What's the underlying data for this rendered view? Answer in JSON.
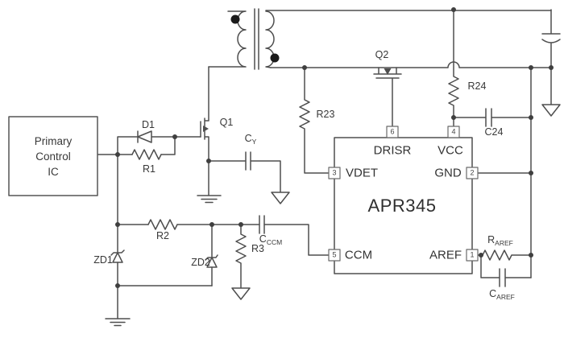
{
  "schematic": {
    "primary_block": {
      "lines": [
        "Primary",
        "Control",
        "IC"
      ]
    },
    "ic": {
      "part": "APR345",
      "pins": {
        "drisr": {
          "num": "6",
          "name": "DRISR"
        },
        "vcc": {
          "num": "4",
          "name": "VCC"
        },
        "vdet": {
          "num": "3",
          "name": "VDET"
        },
        "gnd": {
          "num": "2",
          "name": "GND"
        },
        "ccm": {
          "num": "5",
          "name": "CCM"
        },
        "aref": {
          "num": "1",
          "name": "AREF"
        }
      }
    },
    "labels": {
      "d1": "D1",
      "r1": "R1",
      "q1": "Q1",
      "q2": "Q2",
      "r2": "R2",
      "r3": "R3",
      "r23": "R23",
      "r24": "R24",
      "c24": "C24",
      "zd1": "ZD1",
      "zd2": "ZD2"
    },
    "sub_labels": {
      "cy": {
        "base": "C",
        "sub": "Y"
      },
      "cccm": {
        "base": "C",
        "sub": "CCM"
      },
      "raref": {
        "base": "R",
        "sub": "AREF"
      },
      "caref": {
        "base": "C",
        "sub": "AREF"
      }
    },
    "colors": {
      "line": "#4e4e4e",
      "text": "#383838",
      "background": "#ffffff"
    }
  }
}
